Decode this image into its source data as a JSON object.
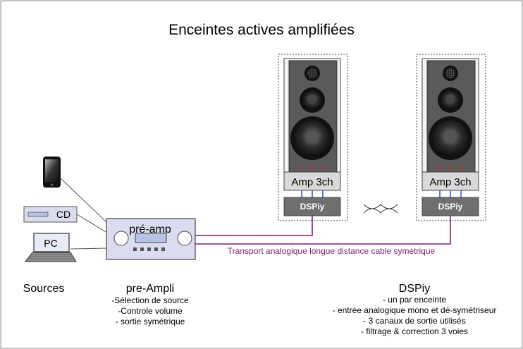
{
  "title": "Enceintes actives amplifiées",
  "sources": {
    "cd_label": "CD",
    "pc_label": "PC",
    "caption": "Sources"
  },
  "preamp": {
    "device_label": "pré-amp",
    "caption": "pre-Ampli",
    "features": [
      "-Sélection de source",
      "-Controle volume",
      "- sortie symétrique"
    ]
  },
  "speakers": {
    "amp_label": "Amp 3ch",
    "dsp_label": "DSPiy"
  },
  "cable_label": "Transport analogique longue distance cable symétrique",
  "dspiy": {
    "caption": "DSPiy",
    "features": [
      "- un par enceinte",
      "- entrée analogique mono et dé-symétriseur",
      "- 3 canaux de sortie utilisés",
      "- filtrage & correction 3 voies"
    ]
  },
  "colors": {
    "cable": "#7a1f6e",
    "amp_fill": "#d9d9d9",
    "dsp_fill": "#6f6f6f",
    "cabinet": "#5a5a5a",
    "preamp_fill": "#dcdcf0",
    "wire_red": "#c0392b",
    "wire_blue": "#2e4ad0"
  }
}
